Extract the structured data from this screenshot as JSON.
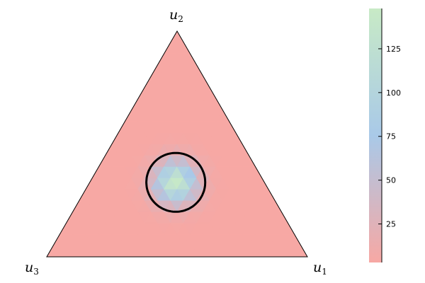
{
  "chart_data": {
    "type": "heatmap",
    "plot": "ternary",
    "vertex_labels": {
      "top": {
        "base": "u",
        "sub": "2"
      },
      "bottom_left": {
        "base": "u",
        "sub": "3"
      },
      "bottom_right": {
        "base": "u",
        "sub": "1"
      }
    },
    "grid_divisions": 20,
    "surface": {
      "peak_value": 145,
      "peak_location_barycentric": [
        0.33,
        0.33,
        0.34
      ],
      "floor_value": 3,
      "description": "smooth bump centered near barycenter"
    },
    "contour": {
      "level": 20,
      "color": "#000000"
    },
    "colorbar": {
      "range": [
        3,
        148
      ],
      "ticks": [
        25,
        50,
        75,
        100,
        125
      ],
      "tick_labels": [
        "25",
        "50",
        "75",
        "100",
        "125"
      ],
      "colors": [
        "#f7a8a4",
        "#a9c9e8",
        "#c8eac6"
      ]
    }
  }
}
